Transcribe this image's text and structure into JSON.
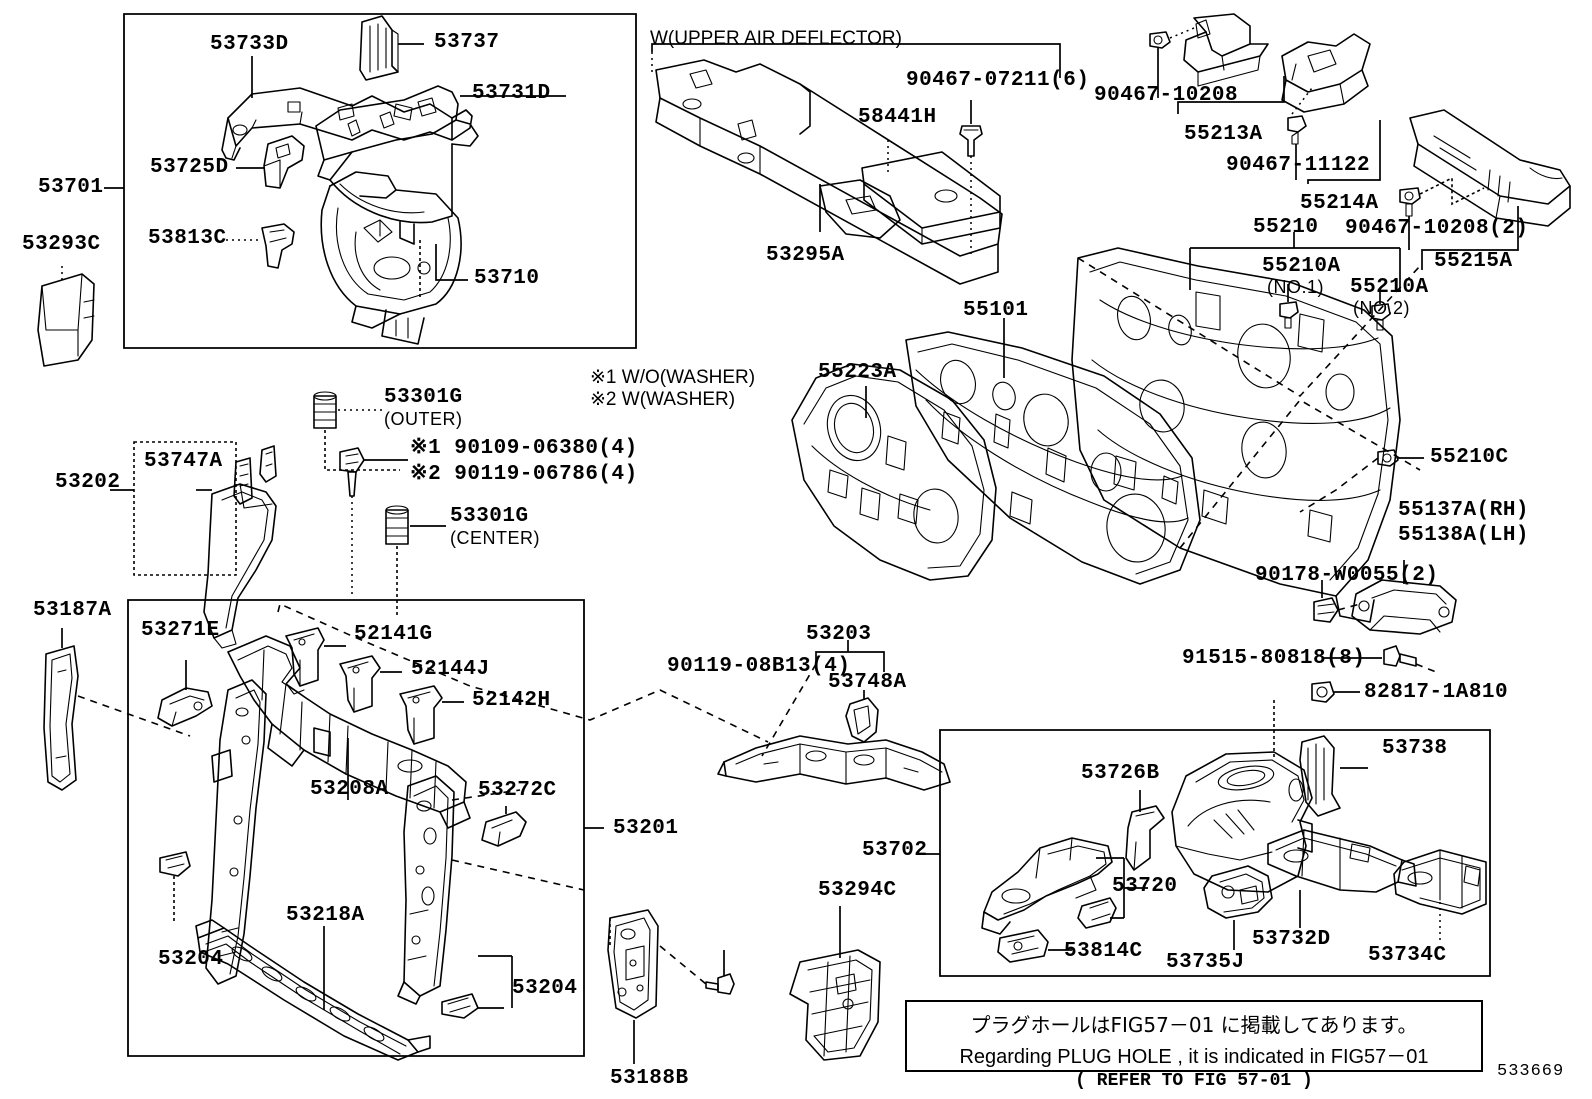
{
  "diagram": {
    "figure_number": "533669",
    "header_note": "W(UPPER AIR DEFLECTOR)",
    "footnotes": [
      "※1 W/O(WASHER)",
      "※2 W(WASHER)"
    ],
    "plug_hole_note": {
      "japanese": "プラグホールはFIG57－01 に掲載してあります。",
      "english": "Regarding  PLUG  HOLE , it is  indicated  in  FIG57－01",
      "reference": "(    REFER TO FIG 57-01  )"
    }
  },
  "labels": {
    "group_53701": "53701",
    "p_53733D": "53733D",
    "p_53737": "53737",
    "p_53731D": "53731D",
    "p_53725D": "53725D",
    "p_53813C": "53813C",
    "p_53710": "53710",
    "p_53293C": "53293C",
    "p_53295A": "53295A",
    "p_58441H": "58441H",
    "b_90467_07211_6": "90467-07211(6)",
    "b_90467_10208": "90467-10208",
    "p_55213A": "55213A",
    "b_90467_11122": "90467-11122",
    "p_55214A": "55214A",
    "group_55210": "55210",
    "p_55210A_no1": "55210A",
    "p_55210A_no1_sub": "(NO.1)",
    "p_55210A_no2": "55210A",
    "p_55210A_no2_sub": "(NO.2)",
    "b_90467_10208_2": "90467-10208(2)",
    "p_55215A": "55215A",
    "p_55101": "55101",
    "p_55223A": "55223A",
    "p_55210C": "55210C",
    "p_55137A_RH": "55137A(RH)",
    "p_55138A_LH": "55138A(LH)",
    "b_90178_W0055_2": "90178-W0055(2)",
    "b_91515_80818_8": "91515-80818(8)",
    "b_82817_1A810": "82817-1A810",
    "p_53301G_outer": "53301G",
    "p_53301G_outer_sub": "(OUTER)",
    "p_53301G_center": "53301G",
    "p_53301G_center_sub": "(CENTER)",
    "b_90109_06380_4": "※1 90109-06380(4)",
    "b_90119_06786_4": "※2 90119-06786(4)",
    "group_53202": "53202",
    "p_53747A": "53747A",
    "p_53187A": "53187A",
    "p_53271E": "53271E",
    "p_52141G": "52141G",
    "p_52144J": "52144J",
    "p_52142H": "52142H",
    "p_53208A": "53208A",
    "p_53272C": "53272C",
    "p_53218A": "53218A",
    "p_53204_left": "53204",
    "p_53204_right": "53204",
    "group_53201": "53201",
    "p_53188B": "53188B",
    "b_90119_08B13_4": "90119-08B13(4)",
    "group_53203": "53203",
    "p_53748A": "53748A",
    "p_53294C": "53294C",
    "group_53702": "53702",
    "p_53726B": "53726B",
    "p_53738": "53738",
    "p_53720": "53720",
    "p_53735J": "53735J",
    "p_53732D": "53732D",
    "p_53734C": "53734C",
    "p_53814C": "53814C"
  }
}
